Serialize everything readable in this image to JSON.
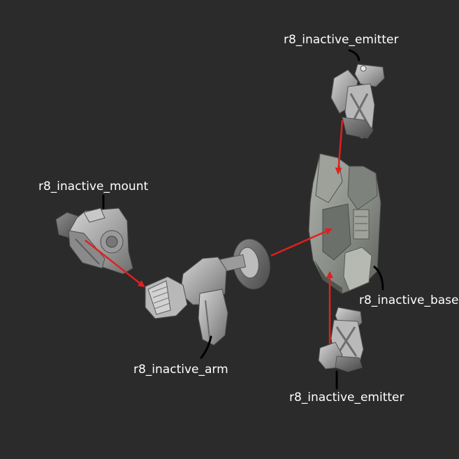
{
  "labels": {
    "emitter_top": "r8_inactive_emitter",
    "mount": "r8_inactive_mount",
    "base": "r8_inactive_base",
    "arm": "r8_inactive_arm",
    "emitter_bottom": "r8_inactive_emitter"
  },
  "colors": {
    "background": "#2b2b2b",
    "arrow": "#e0201e",
    "leader": "#000000",
    "label_text": "#ffffff",
    "part_metal": "#a9a9a9",
    "part_base": "#8e928c"
  }
}
